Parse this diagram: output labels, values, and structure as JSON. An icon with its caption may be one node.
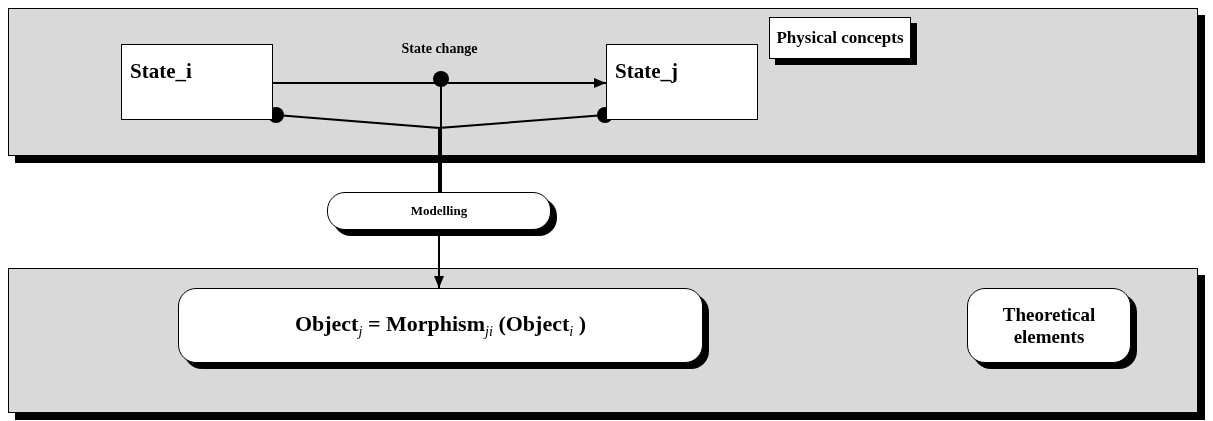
{
  "diagram": {
    "nodes": [
      {
        "text": [],
        "shape": "box"
      },
      {
        "text": [
          "State_i"
        ],
        "in": 0
      },
      {
        "text": [],
        "shape": "circle",
        "in": 0
      },
      {
        "text": [
          "State_j"
        ],
        "in": 0
      },
      {
        "text": [
          "Physical concepts"
        ],
        "in": 0
      },
      {
        "text": [
          "Modelling"
        ]
      },
      {
        "text": [],
        "shape": "box"
      },
      {
        "text": [
          "Object$_{j}$ = Morphism$_{ji}$ (Object$_{i}$ )"
        ],
        "in": 6
      },
      {
        "text": [
          "Theoretical elements"
        ],
        "in": 6
      }
    ],
    "edges": [
      {
        "from": 1,
        "to": 3,
        "arrow": "to",
        "label": "State change"
      },
      {
        "from": 2,
        "to": 5,
        "arrow": "none"
      },
      {
        "from": 1,
        "to": 5,
        "arrow": "other"
      },
      {
        "from": 3,
        "to": 5,
        "arrow": "other"
      },
      {
        "from": 5,
        "to": 7,
        "arrow": "to"
      }
    ]
  }
}
